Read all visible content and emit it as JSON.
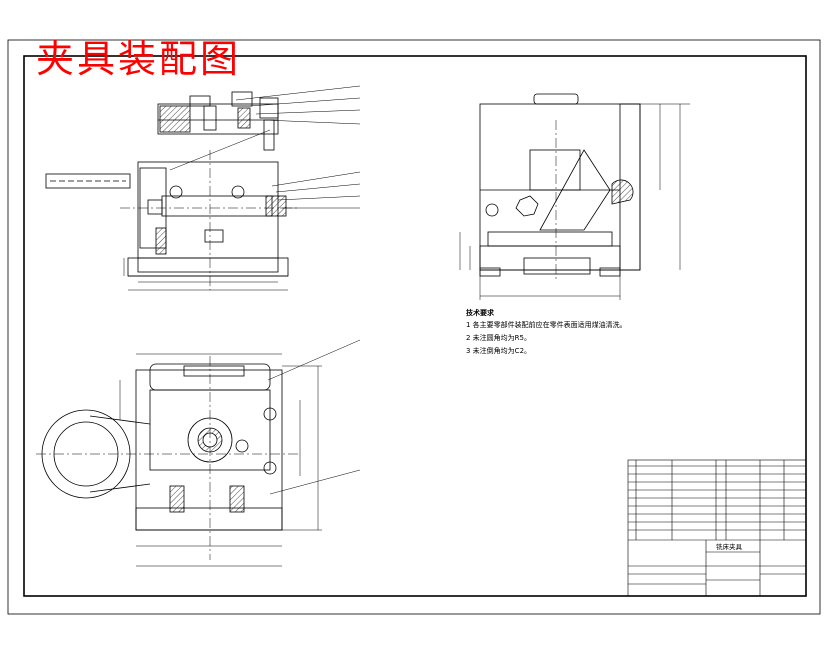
{
  "title_overlay": "夹具装配图",
  "tech_requirements": {
    "heading": "技术要求",
    "items": [
      "1 各主要零部件装配前应在零件表面适用煤油清洗。",
      "2 未注圆角均为R5。",
      "3 未注倒角均为C2。"
    ]
  },
  "title_block": {
    "drawing_name": "铣床夹具"
  },
  "colors": {
    "title": "#ff0000",
    "line": "#000000",
    "background": "#ffffff"
  }
}
